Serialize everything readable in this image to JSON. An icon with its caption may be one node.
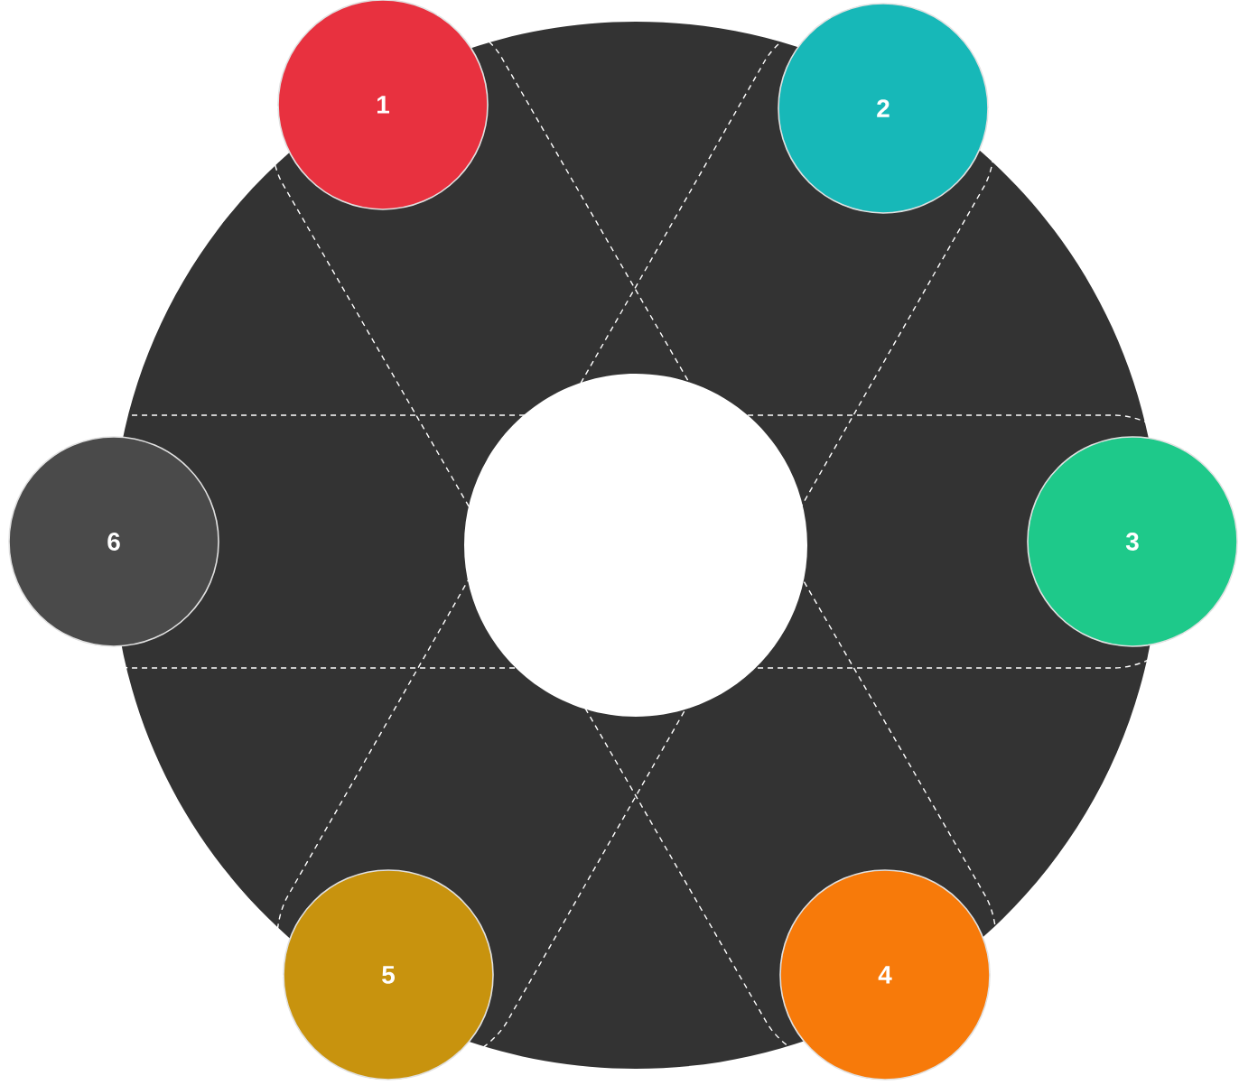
{
  "diagram": {
    "nodes": [
      {
        "text": [
          "1"
        ]
      },
      {
        "text": [
          "2"
        ]
      },
      {
        "text": [
          "3"
        ]
      },
      {
        "text": [
          "4"
        ]
      },
      {
        "text": [
          "5"
        ]
      },
      {
        "text": [
          "6"
        ]
      }
    ],
    "edges": [
      {
        "from": 0,
        "to": 3,
        "arrow": "none",
        "style": "dashed"
      },
      {
        "from": 0,
        "to": 3,
        "arrow": "none",
        "style": "dashed"
      },
      {
        "from": 1,
        "to": 4,
        "arrow": "none",
        "style": "dashed"
      },
      {
        "from": 1,
        "to": 4,
        "arrow": "none",
        "style": "dashed"
      },
      {
        "from": 5,
        "to": 2,
        "arrow": "none",
        "style": "dashed"
      },
      {
        "from": 5,
        "to": 2,
        "arrow": "none",
        "style": "dashed"
      }
    ]
  }
}
